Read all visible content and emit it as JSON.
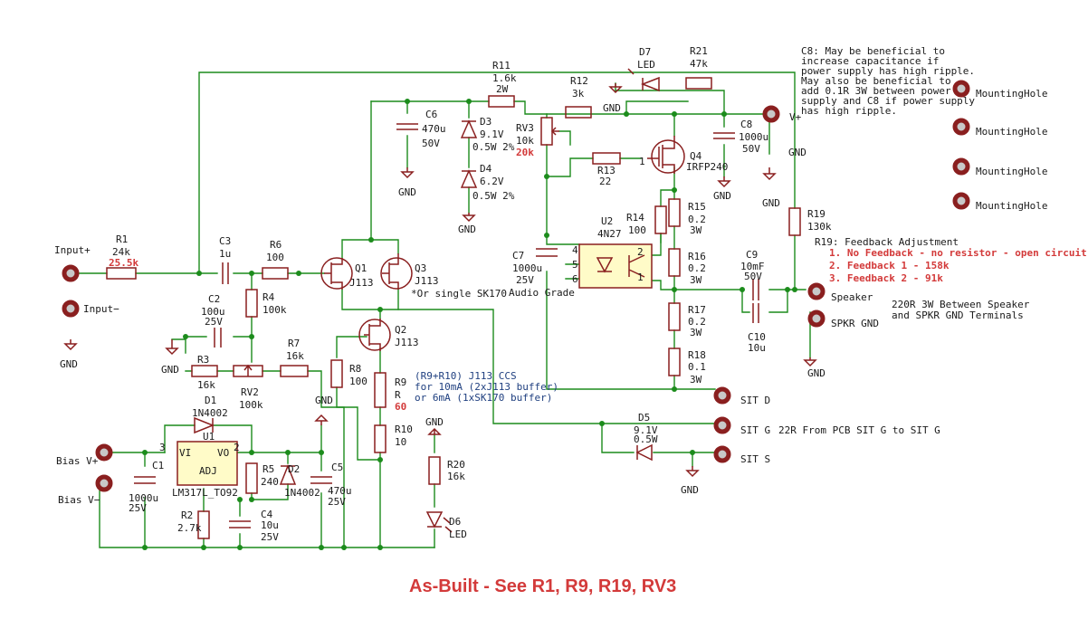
{
  "title": "As-Built - See R1, R9, R19, RV3",
  "components": {
    "R1": {
      "ref": "R1",
      "value": "24k",
      "mod": "25.5k"
    },
    "C3": {
      "ref": "C3",
      "value": "1u"
    },
    "R6": {
      "ref": "R6",
      "value": "100"
    },
    "R4": {
      "ref": "R4",
      "value": "100k"
    },
    "C2": {
      "ref": "C2",
      "value": "100u",
      "v": "25V"
    },
    "R3": {
      "ref": "R3",
      "value": "16k"
    },
    "RV2": {
      "ref": "RV2",
      "value": "100k"
    },
    "R7": {
      "ref": "R7",
      "value": "16k"
    },
    "Q1": {
      "ref": "Q1",
      "value": "J113"
    },
    "Q3": {
      "ref": "Q3",
      "value": "J113",
      "note": "*Or single SK170"
    },
    "Q2": {
      "ref": "Q2",
      "value": "J113"
    },
    "R8": {
      "ref": "R8",
      "value": "100"
    },
    "R9": {
      "ref": "R9",
      "value": "R",
      "mod": "60"
    },
    "R10": {
      "ref": "R10",
      "value": "10"
    },
    "C6": {
      "ref": "C6",
      "value": "470u",
      "v": "50V"
    },
    "D3": {
      "ref": "D3",
      "value": "9.1V",
      "p": "0.5W 2%"
    },
    "D4": {
      "ref": "D4",
      "value": "6.2V",
      "p": "0.5W 2%"
    },
    "R11": {
      "ref": "R11",
      "value": "1.6k",
      "p": "2W"
    },
    "R12": {
      "ref": "R12",
      "value": "3k"
    },
    "RV3": {
      "ref": "RV3",
      "value": "10k",
      "mod": "20k"
    },
    "D7": {
      "ref": "D7",
      "value": "LED"
    },
    "R21": {
      "ref": "R21",
      "value": "47k"
    },
    "C8": {
      "ref": "C8",
      "value": "1000u",
      "v": "50V"
    },
    "R13": {
      "ref": "R13",
      "value": "22"
    },
    "Q4": {
      "ref": "Q4",
      "value": "IRFP240"
    },
    "R14": {
      "ref": "R14",
      "value": "100"
    },
    "U2": {
      "ref": "U2",
      "value": "4N27"
    },
    "C7": {
      "ref": "C7",
      "value": "1000u",
      "v": "25V",
      "note": "Audio Grade"
    },
    "R15": {
      "ref": "R15",
      "value": "0.2",
      "p": "3W"
    },
    "R16": {
      "ref": "R16",
      "value": "0.2",
      "p": "3W"
    },
    "R17": {
      "ref": "R17",
      "value": "0.2",
      "p": "3W"
    },
    "R18": {
      "ref": "R18",
      "value": "0.1",
      "p": "3W"
    },
    "C9": {
      "ref": "C9",
      "value": "10mF",
      "v": "50V"
    },
    "C10": {
      "ref": "C10",
      "value": "10u"
    },
    "R19": {
      "ref": "R19",
      "value": "130k"
    },
    "D1": {
      "ref": "D1",
      "value": "1N4002"
    },
    "U1": {
      "ref": "U1",
      "value": "LM317L_TO92",
      "vi": "VI",
      "vo": "VO",
      "adj": "ADJ"
    },
    "C1": {
      "ref": "C1",
      "value": "1000u",
      "v": "25V"
    },
    "R5": {
      "ref": "R5",
      "value": "240"
    },
    "D2": {
      "ref": "D2",
      "value": "1N4002"
    },
    "C5": {
      "ref": "C5",
      "value": "470u",
      "v": "25V"
    },
    "R2": {
      "ref": "R2",
      "value": "2.7k"
    },
    "C4": {
      "ref": "C4",
      "value": "10u",
      "v": "25V"
    },
    "R20": {
      "ref": "R20",
      "value": "16k"
    },
    "D6": {
      "ref": "D6",
      "value": "LED"
    },
    "D5": {
      "ref": "D5",
      "value": "9.1V",
      "p": "0.5W"
    }
  },
  "connectors": {
    "input_plus": "Input+",
    "input_minus": "Input−",
    "bias_plus": "Bias V+",
    "bias_minus": "Bias V−",
    "vplus": "V+",
    "speaker": "Speaker",
    "spkr_gnd": "SPKR GND",
    "sit_d": "SIT D",
    "sit_g": "SIT G",
    "sit_s": "SIT S"
  },
  "mounting_hole": "MountingHole",
  "gnd": "GND",
  "pins": {
    "p1": "1",
    "p2": "2",
    "p3": "3",
    "p4": "4",
    "p5": "5",
    "p6": "6"
  },
  "notes": {
    "c8": [
      "C8: May be beneficial to",
      "increase capacitance if",
      "power supply has high ripple.",
      "May also be beneficial to",
      "add 0.1R 3W between power",
      "supply and C8 if power supply",
      "has high ripple."
    ],
    "r19_title": "R19: Feedback Adjustment",
    "r19_items": [
      "1.  No Feedback - no resistor - open circuit",
      "2.  Feedback 1 - 158k",
      "3.  Feedback 2 - 91k"
    ],
    "spk": [
      "220R 3W Between Speaker",
      "and SPKR GND Terminals"
    ],
    "ccs": [
      "(R9+R10) J113 CCS",
      "for 10mA (2xJ113 buffer)",
      "or 6mA (1xSK170 buffer)"
    ],
    "sitg": "22R From PCB SIT G to SIT G"
  }
}
